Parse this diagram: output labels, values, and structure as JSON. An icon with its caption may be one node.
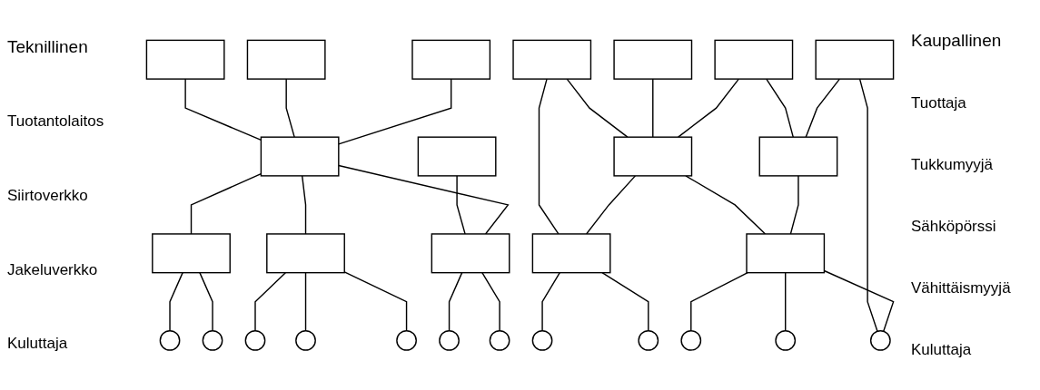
{
  "diagram": {
    "nodes": [
      {
        "text": [],
        "shape": "box"
      },
      {
        "text": [],
        "shape": "box"
      },
      {
        "text": [],
        "shape": "box"
      },
      {
        "text": [],
        "shape": "box"
      },
      {
        "text": [],
        "shape": "box"
      },
      {
        "text": [],
        "shape": "box"
      },
      {
        "text": [],
        "shape": "box"
      },
      {
        "text": [],
        "shape": "box"
      },
      {
        "text": [],
        "shape": "circle"
      },
      {
        "text": [],
        "shape": "circle"
      },
      {
        "text": [],
        "shape": "circle"
      },
      {
        "text": [],
        "shape": "circle"
      },
      {
        "text": [],
        "shape": "circle"
      },
      {
        "text": [],
        "shape": "circle"
      },
      {
        "text": [],
        "shape": "circle"
      },
      {
        "text": [],
        "shape": "box"
      },
      {
        "text": [],
        "shape": "box"
      },
      {
        "text": [],
        "shape": "box"
      },
      {
        "text": [],
        "shape": "box"
      },
      {
        "text": [],
        "shape": "box"
      },
      {
        "text": [],
        "shape": "box"
      },
      {
        "text": [],
        "shape": "box"
      },
      {
        "text": [],
        "shape": "box"
      },
      {
        "text": [],
        "shape": "circle"
      },
      {
        "text": [],
        "shape": "circle"
      },
      {
        "text": [],
        "shape": "circle"
      },
      {
        "text": [],
        "shape": "circle"
      },
      {
        "text": [],
        "shape": "circle"
      }
    ],
    "edges": [
      {
        "from": 0,
        "to": 4,
        "arrow": "none"
      },
      {
        "from": 1,
        "to": 4,
        "arrow": "none"
      },
      {
        "from": 2,
        "to": 4,
        "arrow": "none"
      },
      {
        "from": 3,
        "to": 7,
        "arrow": "none"
      },
      {
        "from": 4,
        "to": 5,
        "arrow": "none"
      },
      {
        "from": 4,
        "to": 6,
        "arrow": "none"
      },
      {
        "from": 4,
        "to": 7,
        "arrow": "none"
      },
      {
        "from": 5,
        "to": 8,
        "arrow": "none"
      },
      {
        "from": 5,
        "to": 9,
        "arrow": "none"
      },
      {
        "from": 6,
        "to": 10,
        "arrow": "none"
      },
      {
        "from": 6,
        "to": 11,
        "arrow": "none"
      },
      {
        "from": 6,
        "to": 12,
        "arrow": "none"
      },
      {
        "from": 7,
        "to": 13,
        "arrow": "none"
      },
      {
        "from": 7,
        "to": 14,
        "arrow": "none"
      },
      {
        "from": 15,
        "to": 21,
        "arrow": "none"
      },
      {
        "from": 15,
        "to": 19,
        "arrow": "none"
      },
      {
        "from": 16,
        "to": 19,
        "arrow": "none"
      },
      {
        "from": 17,
        "to": 19,
        "arrow": "none"
      },
      {
        "from": 17,
        "to": 20,
        "arrow": "none"
      },
      {
        "from": 18,
        "to": 20,
        "arrow": "none"
      },
      {
        "from": 18,
        "to": 27,
        "arrow": "none"
      },
      {
        "from": 19,
        "to": 21,
        "arrow": "none"
      },
      {
        "from": 19,
        "to": 22,
        "arrow": "none"
      },
      {
        "from": 20,
        "to": 22,
        "arrow": "none"
      },
      {
        "from": 21,
        "to": 23,
        "arrow": "none"
      },
      {
        "from": 21,
        "to": 24,
        "arrow": "none"
      },
      {
        "from": 22,
        "to": 25,
        "arrow": "none"
      },
      {
        "from": 22,
        "to": 26,
        "arrow": "none"
      },
      {
        "from": 22,
        "to": 27,
        "arrow": "none"
      }
    ],
    "labels": [
      "Teknillinen",
      "Kaupallinen",
      "Tuotantolaitos",
      "Tuottaja",
      "Siirtoverkko",
      "Tukkumyyjä",
      "Sähköpörssi",
      "Jakeluverkko",
      "Vähittäismyyjä",
      "Kuluttaja",
      "Kuluttaja"
    ]
  }
}
